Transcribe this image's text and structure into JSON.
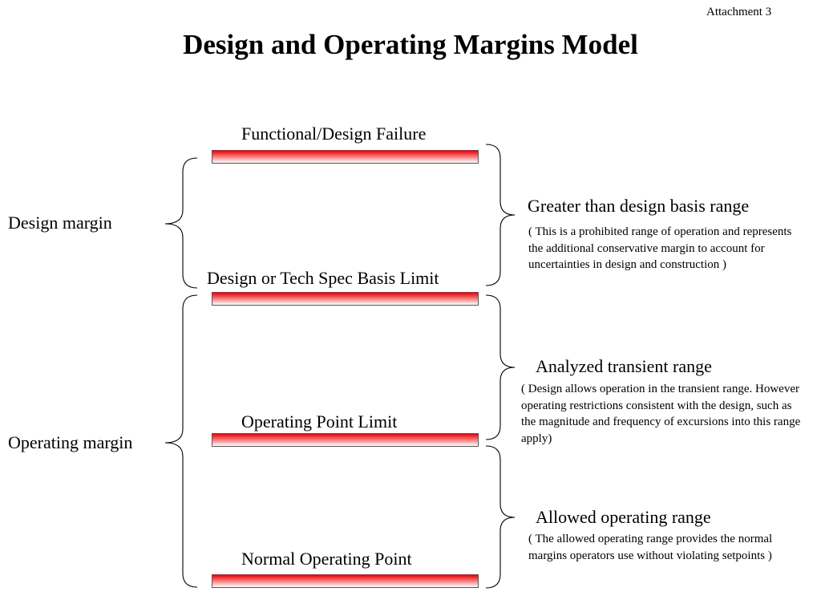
{
  "attachment": "Attachment 3",
  "title": "Design and Operating Margins Model",
  "levels": [
    {
      "label": "Functional/Design Failure"
    },
    {
      "label": "Design or Tech Spec Basis Limit"
    },
    {
      "label": "Operating Point Limit"
    },
    {
      "label": "Normal Operating Point"
    }
  ],
  "margins": [
    {
      "label": "Design margin"
    },
    {
      "label": "Operating margin"
    }
  ],
  "ranges": [
    {
      "heading": "Greater than design basis range",
      "description": "( This is a prohibited range of operation and represents the additional conservative margin to account for uncertainties in design and construction )"
    },
    {
      "heading": "Analyzed transient range",
      "description": "( Design allows operation in the transient range. However operating restrictions consistent with the design, such as the magnitude and frequency of excursions into this range apply)"
    },
    {
      "heading": "Allowed operating range",
      "description": "( The allowed operating range provides the normal margins operators use without violating setpoints )"
    }
  ],
  "colors": {
    "bar_top": "#e8000c",
    "bar_mid": "#ff6f6f",
    "bar_bottom": "#ffffff",
    "bar_border": "#555555"
  }
}
